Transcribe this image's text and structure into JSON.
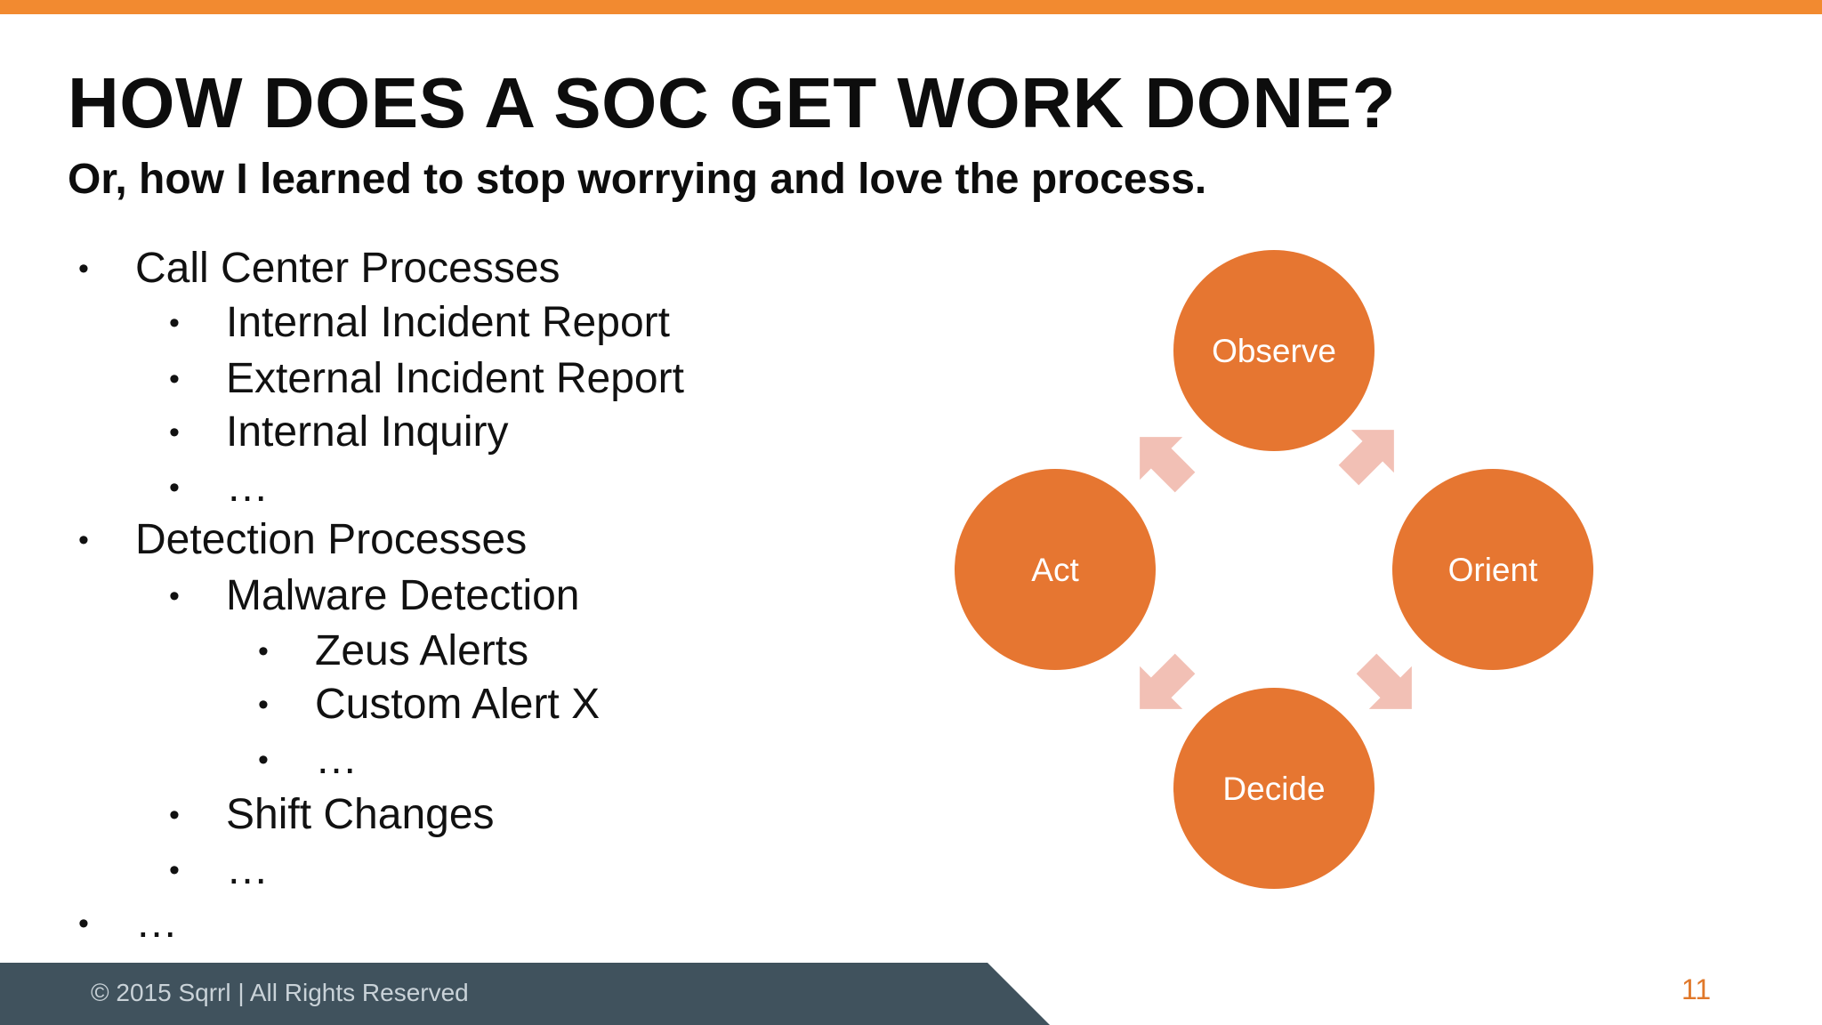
{
  "slide": {
    "title": "HOW DOES A SOC GET WORK DONE?",
    "subtitle": "Or, how I learned to stop worrying and love the process.",
    "bullet_char": "•",
    "bullets": [
      {
        "text": "Call Center Processes",
        "level": 0
      },
      {
        "text": "Internal Incident Report",
        "level": 1
      },
      {
        "text": "External Incident Report",
        "level": 1
      },
      {
        "text": "Internal Inquiry",
        "level": 1
      },
      {
        "text": "…",
        "level": 1
      },
      {
        "text": "Detection Processes",
        "level": 0
      },
      {
        "text": "Malware Detection",
        "level": 1
      },
      {
        "text": "Zeus Alerts",
        "level": 2
      },
      {
        "text": "Custom Alert X",
        "level": 2
      },
      {
        "text": "…",
        "level": 2
      },
      {
        "text": "Shift Changes",
        "level": 1
      },
      {
        "text": "…",
        "level": 1
      },
      {
        "text": "…",
        "level": 0
      }
    ],
    "cycle": {
      "nodes": [
        "Observe",
        "Orient",
        "Decide",
        "Act"
      ],
      "node_color": "#e67631",
      "arrow_color": "#f2c0b5",
      "label_color": "#ffffff"
    },
    "footer": {
      "text": "© 2015 Sqrrl  |  All Rights Reserved",
      "page_number": "11"
    },
    "colors": {
      "accent": "#f28a30",
      "footer_bg": "#40525d"
    }
  }
}
